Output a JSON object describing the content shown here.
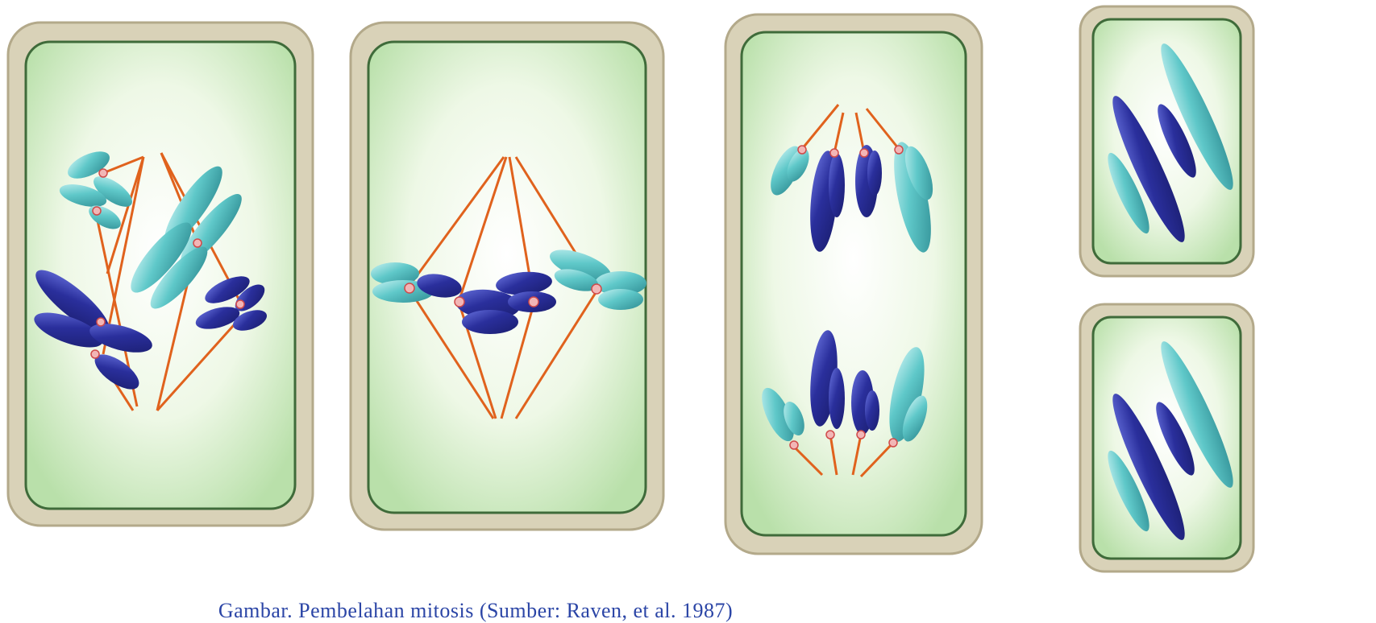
{
  "caption": "Gambar. Pembelahan mitosis (Sumber: Raven, et al. 1987)",
  "colors": {
    "cell_wall": "#d9d2b8",
    "cell_wall_edge": "#b3a98a",
    "cytoplasm": "#dff3d4",
    "membrane": "#3f6b3a",
    "spindle": "#e0621d",
    "chromosome_dark": "#2a2f9c",
    "chromosome_light": "#5fc8c9",
    "centromere": "#f2b6b6"
  },
  "stages": [
    {
      "name": "prophase-cell"
    },
    {
      "name": "metaphase-cell"
    },
    {
      "name": "anaphase-cell"
    },
    {
      "name": "telophase-daughter-top"
    },
    {
      "name": "telophase-daughter-bottom"
    }
  ]
}
